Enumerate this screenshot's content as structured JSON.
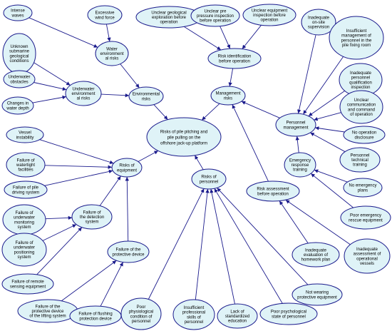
{
  "diagram": {
    "colors": {
      "node_fill": "#dff3f7",
      "node_stroke": "#1a1a8c",
      "edge": "#1a1a8c"
    },
    "nodes": [
      {
        "id": "n0",
        "lines": [
          "Risks of pile pitching and",
          "pile pulling on the",
          "offshore jack-up platform"
        ]
      },
      {
        "id": "n1",
        "lines": [
          "Intense",
          "waves"
        ]
      },
      {
        "id": "n2",
        "lines": [
          "Excessive",
          "wind force"
        ]
      },
      {
        "id": "n3",
        "lines": [
          "Water",
          "environment",
          "al risks"
        ]
      },
      {
        "id": "n4",
        "lines": [
          "Unknown",
          "submarine",
          "geological",
          "conditions"
        ]
      },
      {
        "id": "n5",
        "lines": [
          "Underwater",
          "obstacles"
        ]
      },
      {
        "id": "n6",
        "lines": [
          "Underwater",
          "environment",
          "al risks"
        ]
      },
      {
        "id": "n7",
        "lines": [
          "Changes in",
          "water depth"
        ]
      },
      {
        "id": "n8",
        "lines": [
          "Environmental",
          "risks"
        ]
      },
      {
        "id": "n9",
        "lines": [
          "Unclear geological",
          "exploration before",
          "operation"
        ]
      },
      {
        "id": "n10",
        "lines": [
          "Unclear pre",
          "pressure inspection",
          "before operation"
        ]
      },
      {
        "id": "n11",
        "lines": [
          "Unclear equipment",
          "inspection before",
          "operation"
        ]
      },
      {
        "id": "n12",
        "lines": [
          "Risk identification",
          "before operation"
        ]
      },
      {
        "id": "n13",
        "lines": [
          "Management",
          "risks"
        ]
      },
      {
        "id": "n14",
        "lines": [
          "Inadequate",
          "on-site",
          "supervision"
        ]
      },
      {
        "id": "n15",
        "lines": [
          "Insufficient",
          "management of",
          "personnel in the",
          "pile fixing room"
        ]
      },
      {
        "id": "n16",
        "lines": [
          "Inadequate",
          "personnel",
          "qualification",
          "inspection"
        ]
      },
      {
        "id": "n17",
        "lines": [
          "Unclear",
          "communication",
          "and command",
          "of operation"
        ]
      },
      {
        "id": "n18",
        "lines": [
          "Personnel",
          "management"
        ]
      },
      {
        "id": "n19",
        "lines": [
          "No operation",
          "disclosure"
        ]
      },
      {
        "id": "n20",
        "lines": [
          "Personnel",
          "technical",
          "training"
        ]
      },
      {
        "id": "n21",
        "lines": [
          "Emergency",
          "response",
          "training"
        ]
      },
      {
        "id": "n22",
        "lines": [
          "No emergency",
          "plans"
        ]
      },
      {
        "id": "n23",
        "lines": [
          "Poor emergency",
          "rescue equipment"
        ]
      },
      {
        "id": "n24",
        "lines": [
          "Inadequate",
          "assessment of",
          "operational",
          "vessels"
        ]
      },
      {
        "id": "n25",
        "lines": [
          "Risk assessment",
          "before operation"
        ]
      },
      {
        "id": "n26",
        "lines": [
          "Inadequate",
          "evaluation of",
          "homework plan"
        ]
      },
      {
        "id": "n27",
        "lines": [
          "Not wearing",
          "protective equipment"
        ]
      },
      {
        "id": "n28",
        "lines": [
          "Risks of",
          "personnel"
        ]
      },
      {
        "id": "n29",
        "lines": [
          "Poor psychological",
          "state of personnel"
        ]
      },
      {
        "id": "n30",
        "lines": [
          "Lack of",
          "standardized",
          "education"
        ]
      },
      {
        "id": "n31",
        "lines": [
          "Insufficient",
          "professional",
          "skills of",
          "personnel"
        ]
      },
      {
        "id": "n32",
        "lines": [
          "Poor",
          "physiological",
          "condition of",
          "personnel"
        ]
      },
      {
        "id": "n33",
        "lines": [
          "Vessel",
          "instability"
        ]
      },
      {
        "id": "n34",
        "lines": [
          "Failure of",
          "watertight",
          "facilities"
        ]
      },
      {
        "id": "n35",
        "lines": [
          "Failure of pile",
          "driving system"
        ]
      },
      {
        "id": "n36",
        "lines": [
          "Risks of",
          "equipment"
        ]
      },
      {
        "id": "n37",
        "lines": [
          "Failure of",
          "underwater",
          "monitoring",
          "system"
        ]
      },
      {
        "id": "n38",
        "lines": [
          "Failure of",
          "underwater",
          "positioning",
          "system"
        ]
      },
      {
        "id": "n39",
        "lines": [
          "Failure of",
          "the detection",
          "system"
        ]
      },
      {
        "id": "n40",
        "lines": [
          "Failure of remote",
          "sensing equipment"
        ]
      },
      {
        "id": "n41",
        "lines": [
          "Failure of the",
          "protective device"
        ]
      },
      {
        "id": "n42",
        "lines": [
          "Failure of the",
          "protective device",
          "of the lifting system"
        ]
      },
      {
        "id": "n43",
        "lines": [
          "Failure of flushing",
          "protection device"
        ]
      }
    ],
    "edges": [
      {
        "from": "n1",
        "to": "n3"
      },
      {
        "from": "n2",
        "to": "n3"
      },
      {
        "from": "n4",
        "to": "n6"
      },
      {
        "from": "n5",
        "to": "n6"
      },
      {
        "from": "n7",
        "to": "n6"
      },
      {
        "from": "n3",
        "to": "n8"
      },
      {
        "from": "n6",
        "to": "n8"
      },
      {
        "from": "n8",
        "to": "n0"
      },
      {
        "from": "n9",
        "to": "n12"
      },
      {
        "from": "n10",
        "to": "n12"
      },
      {
        "from": "n11",
        "to": "n12"
      },
      {
        "from": "n12",
        "to": "n13"
      },
      {
        "from": "n13",
        "to": "n0"
      },
      {
        "from": "n14",
        "to": "n18"
      },
      {
        "from": "n15",
        "to": "n18"
      },
      {
        "from": "n16",
        "to": "n18"
      },
      {
        "from": "n17",
        "to": "n18"
      },
      {
        "from": "n19",
        "to": "n18"
      },
      {
        "from": "n20",
        "to": "n18"
      },
      {
        "from": "n21",
        "to": "n18"
      },
      {
        "from": "n18",
        "to": "n13"
      },
      {
        "from": "n22",
        "to": "n21"
      },
      {
        "from": "n23",
        "to": "n21"
      },
      {
        "from": "n24",
        "to": "n25"
      },
      {
        "from": "n26",
        "to": "n25"
      },
      {
        "from": "n25",
        "to": "n13"
      },
      {
        "from": "n27",
        "to": "n28"
      },
      {
        "from": "n29",
        "to": "n28"
      },
      {
        "from": "n30",
        "to": "n28"
      },
      {
        "from": "n31",
        "to": "n28"
      },
      {
        "from": "n32",
        "to": "n28"
      },
      {
        "from": "n28",
        "to": "n0"
      },
      {
        "from": "n33",
        "to": "n36"
      },
      {
        "from": "n34",
        "to": "n36"
      },
      {
        "from": "n35",
        "to": "n36"
      },
      {
        "from": "n37",
        "to": "n39"
      },
      {
        "from": "n38",
        "to": "n39"
      },
      {
        "from": "n40",
        "to": "n39"
      },
      {
        "from": "n39",
        "to": "n36"
      },
      {
        "from": "n42",
        "to": "n41"
      },
      {
        "from": "n43",
        "to": "n41"
      },
      {
        "from": "n41",
        "to": "n36"
      },
      {
        "from": "n36",
        "to": "n0"
      }
    ]
  }
}
